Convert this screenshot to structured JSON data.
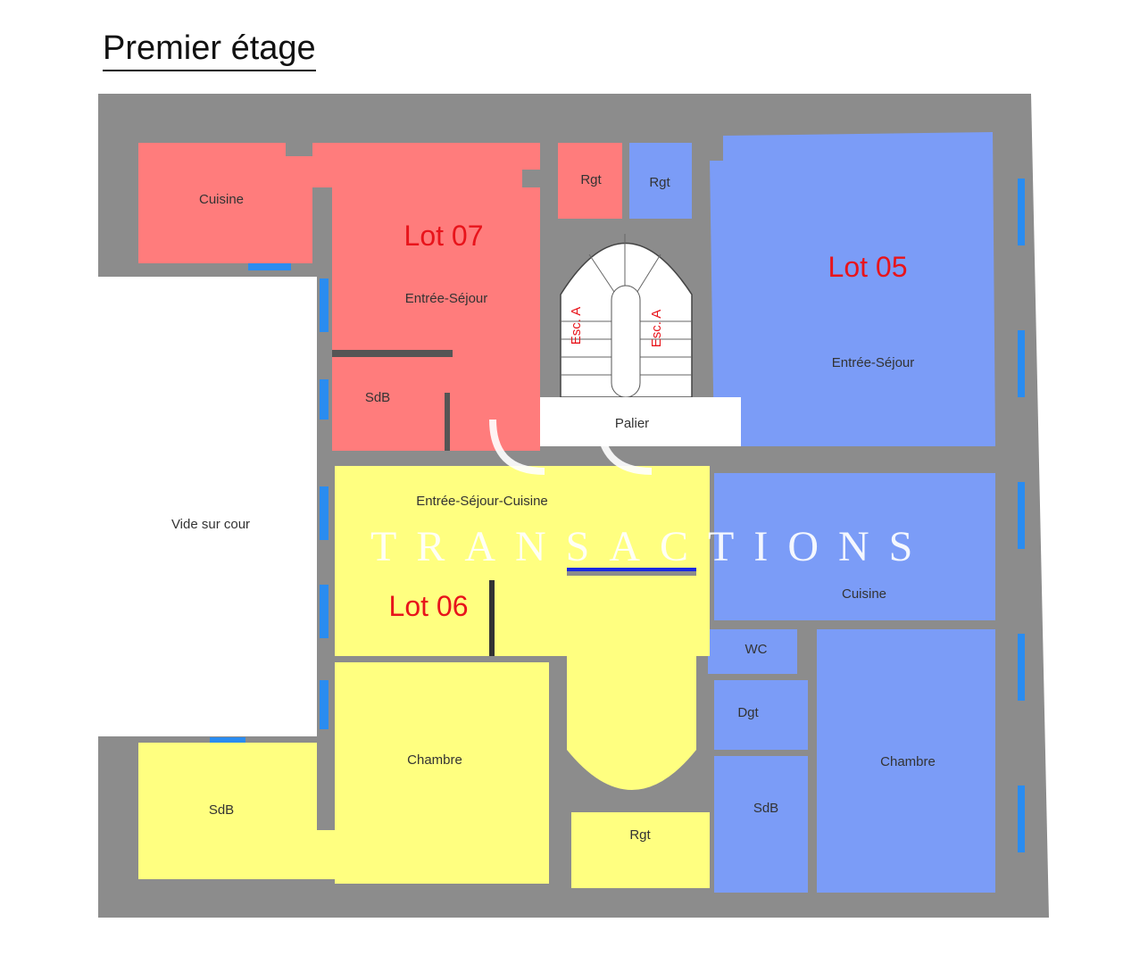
{
  "title": "Premier étage",
  "colors": {
    "lot07": "#ff7c7c",
    "lot06": "#ffff80",
    "lot05": "#7b9cf7",
    "wall": "#8c8c8c",
    "window": "#2a8cf0"
  },
  "lots": {
    "lot07": "Lot 07",
    "lot06": "Lot 06",
    "lot05": "Lot 05"
  },
  "rooms": {
    "lot07_cuisine": "Cuisine",
    "lot07_rgt": "Rgt",
    "lot07_entree": "Entrée-Séjour",
    "lot07_sdb": "SdB",
    "lot05_rgt": "Rgt",
    "lot05_entree": "Entrée-Séjour",
    "lot05_cuisine": "Cuisine",
    "lot05_wc": "WC",
    "lot05_dgt": "Dgt",
    "lot05_sdb": "SdB",
    "lot05_chambre": "Chambre",
    "lot06_entree": "Entrée-Séjour-Cuisine",
    "lot06_chambre": "Chambre",
    "lot06_sdb": "SdB",
    "lot06_rgt": "Rgt",
    "palier": "Palier",
    "esc_left": "Esc. A",
    "esc_right": "Esc. A",
    "vide": "Vide sur cour"
  },
  "watermark": "TRANSACTIONS"
}
